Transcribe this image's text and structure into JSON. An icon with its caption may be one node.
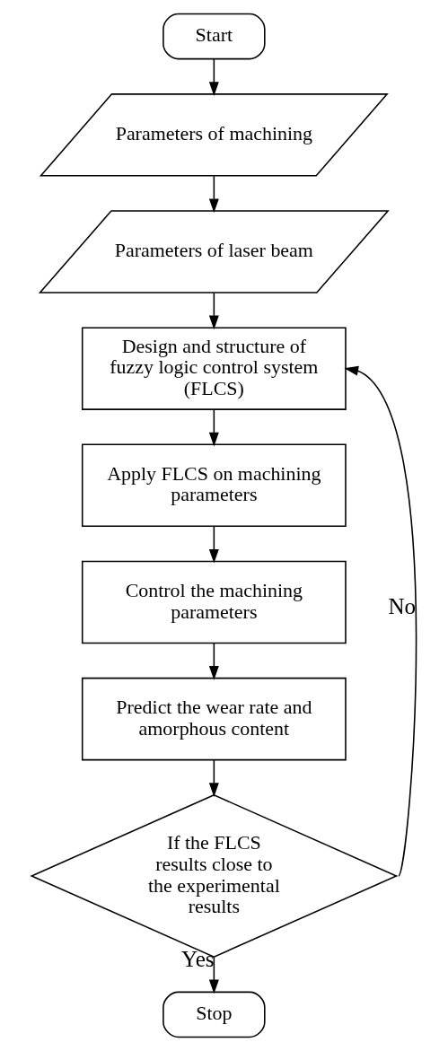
{
  "diagram": {
    "nodes": [
      {
        "text": [
          "Start"
        ]
      },
      {
        "text": [
          "Parameters of machining"
        ]
      },
      {
        "text": [
          "Parameters of laser beam"
        ]
      },
      {
        "text": [
          "Design and structure of fuzzy logic control system (FLCS)"
        ]
      },
      {
        "text": [
          "Apply FLCS on machining parameters"
        ]
      },
      {
        "text": [
          "Control the machining parameters"
        ]
      },
      {
        "text": [
          "Predict the wear rate and amorphous content"
        ]
      },
      {
        "text": [
          "If the FLCS results close to the experimental results"
        ]
      },
      {
        "text": [
          "Stop"
        ]
      }
    ],
    "edges": [
      {
        "from": 0,
        "to": 1,
        "arrow": "to"
      },
      {
        "from": 1,
        "to": 2,
        "arrow": "to"
      },
      {
        "from": 2,
        "to": 3,
        "arrow": "to"
      },
      {
        "from": 3,
        "to": 4,
        "arrow": "to"
      },
      {
        "from": 4,
        "to": 5,
        "arrow": "to"
      },
      {
        "from": 5,
        "to": 6,
        "arrow": "to"
      },
      {
        "from": 6,
        "to": 7,
        "arrow": "to"
      },
      {
        "from": 7,
        "to": 3,
        "label": "No",
        "arrow": "to"
      },
      {
        "from": 7,
        "to": 8,
        "label": "Yes",
        "arrow": "to"
      }
    ]
  }
}
